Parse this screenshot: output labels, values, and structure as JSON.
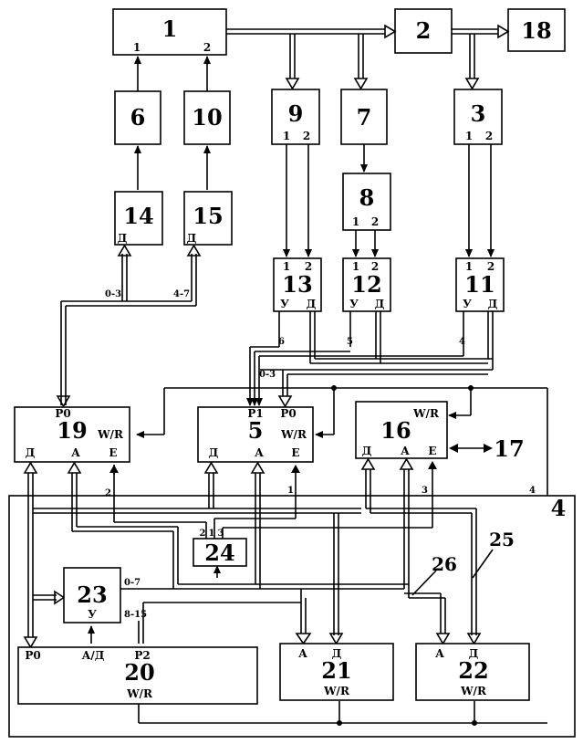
{
  "blocks": {
    "b1": {
      "num": "1",
      "ports": [
        "1",
        "2"
      ]
    },
    "b2": {
      "num": "2"
    },
    "b18": {
      "num": "18"
    },
    "b6": {
      "num": "6"
    },
    "b10": {
      "num": "10"
    },
    "b9": {
      "num": "9",
      "ports": [
        "1",
        "2"
      ]
    },
    "b7": {
      "num": "7"
    },
    "b3": {
      "num": "3",
      "ports": [
        "1",
        "2"
      ]
    },
    "b8": {
      "num": "8",
      "ports": [
        "1",
        "2"
      ]
    },
    "b14": {
      "num": "14",
      "port": "Д"
    },
    "b15": {
      "num": "15",
      "port": "Д"
    },
    "b13": {
      "num": "13",
      "ports": [
        "1",
        "2"
      ],
      "y": "У",
      "d": "Д"
    },
    "b12": {
      "num": "12",
      "ports": [
        "1",
        "2"
      ],
      "y": "У",
      "d": "Д"
    },
    "b11": {
      "num": "11",
      "ports": [
        "1",
        "2"
      ],
      "y": "У",
      "d": "Д"
    },
    "b19": {
      "num": "19",
      "p0": "Р0",
      "wr": "W/R",
      "d": "Д",
      "a": "А",
      "e": "Е"
    },
    "b5": {
      "num": "5",
      "p1": "Р1",
      "p0": "Р0",
      "wr": "W/R",
      "d": "Д",
      "a": "А",
      "e": "Е"
    },
    "b16": {
      "num": "16",
      "wr": "W/R",
      "d": "Д",
      "a": "А",
      "e": "Е"
    },
    "b17": {
      "num": "17"
    },
    "b4": {
      "num": "4"
    },
    "b24": {
      "num": "24",
      "ports": [
        "2",
        "1",
        "3"
      ]
    },
    "b23": {
      "num": "23",
      "y": "У"
    },
    "b20": {
      "num": "20",
      "p0": "Р0",
      "ad": "А/Д",
      "p2": "Р2",
      "wr": "W/R"
    },
    "b21": {
      "num": "21",
      "a": "А",
      "d": "Д",
      "wr": "W/R"
    },
    "b22": {
      "num": "22",
      "a": "А",
      "d": "Д",
      "wr": "W/R"
    }
  },
  "bus_labels": {
    "l03a": "0-3",
    "l47": "4-7",
    "l6": "6",
    "l5": "5",
    "l4a": "4",
    "l03b": "0-3",
    "l2": "2",
    "l1": "1",
    "l3": "3",
    "l4b": "4",
    "l07": "0-7",
    "l815": "8-15",
    "l26": "26",
    "l25": "25"
  }
}
